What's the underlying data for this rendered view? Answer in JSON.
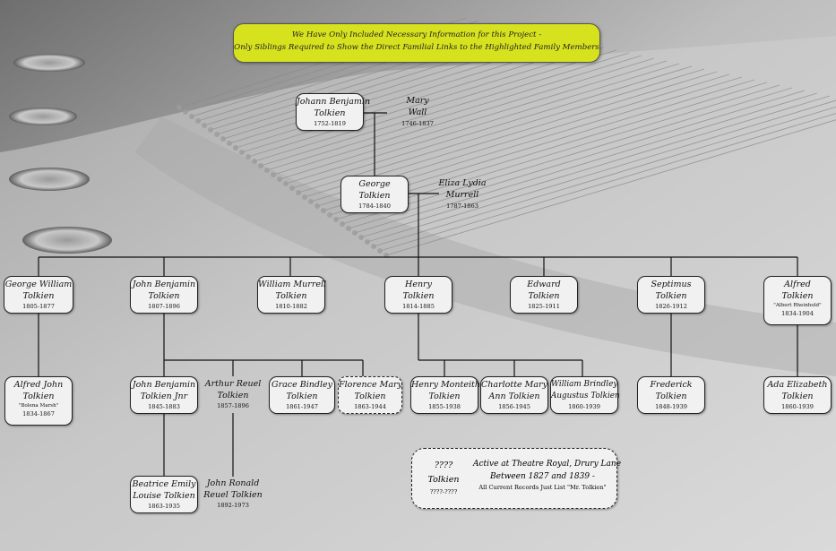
{
  "banner": {
    "line1": "We Have Only Included Necessary Information for this Project -",
    "line2": "Only Siblings Required to Show the Direct Familial Links to the Highlighted Family Members",
    "color": "#d7e21f"
  },
  "people": {
    "johann": {
      "name1": "Johann Benjamin",
      "name2": "Tolkien",
      "dates": "1752-1819"
    },
    "mary": {
      "name1": "Mary",
      "name2": "Wall",
      "dates": "1746-1837"
    },
    "george": {
      "name1": "George",
      "name2": "Tolkien",
      "dates": "1784-1840"
    },
    "eliza": {
      "name1": "Eliza Lydia",
      "name2": "Murrell",
      "dates": "1787-1863"
    },
    "george_william": {
      "name1": "George William",
      "name2": "Tolkien",
      "dates": "1805-1877"
    },
    "john_benjamin": {
      "name1": "John Benjamin",
      "name2": "Tolkien",
      "dates": "1807-1896"
    },
    "william_murrell": {
      "name1": "William Murrell",
      "name2": "Tolkien",
      "dates": "1810-1882"
    },
    "henry": {
      "name1": "Henry",
      "name2": "Tolkien",
      "dates": "1814-1885"
    },
    "edward": {
      "name1": "Edward",
      "name2": "Tolkien",
      "dates": "1825-1911"
    },
    "septimus": {
      "name1": "Septimus",
      "name2": "Tolkien",
      "dates": "1826-1912"
    },
    "alfred": {
      "name1": "Alfred",
      "name2": "Tolkien",
      "nickname": "\"Albert Rheinhold\"",
      "dates": "1834-1904"
    },
    "alfred_john": {
      "name1": "Alfred John",
      "name2": "Tolkien",
      "nickname": "\"Bolena Marsh\"",
      "dates": "1834-1867"
    },
    "john_benjamin_jnr": {
      "name1": "John Benjamin",
      "name2": "Tolkien Jnr",
      "dates": "1845-1883"
    },
    "arthur_reuel": {
      "name1": "Arthur Reuel",
      "name2": "Tolkien",
      "dates": "1857-1896"
    },
    "grace_bindley": {
      "name1": "Grace Bindley",
      "name2": "Tolkien",
      "dates": "1861-1947"
    },
    "florence_mary": {
      "name1": "Florence Mary",
      "name2": "Tolkien",
      "dates": "1863-1944"
    },
    "henry_monteith": {
      "name1": "Henry Monteith",
      "name2": "Tolkien",
      "dates": "1855-1938"
    },
    "charlotte_mary": {
      "name1": "Charlotte Mary",
      "name2": "Ann Tolkien",
      "dates": "1856-1945"
    },
    "william_brindley": {
      "name1": "William Brindley",
      "name2": "Augustus Tolkien",
      "dates": "1860-1939"
    },
    "frederick": {
      "name1": "Frederick",
      "name2": "Tolkien",
      "dates": "1848-1939"
    },
    "ada_elizabeth": {
      "name1": "Ada Elizabeth",
      "name2": "Tolkien",
      "dates": "1860-1939"
    },
    "beatrice_emily": {
      "name1": "Beatrice Emily",
      "name2": "Louise Tolkien",
      "dates": "1863-1935"
    },
    "john_ronald": {
      "name1": "John Ronald",
      "name2": "Reuel Tolkien",
      "dates": "1892-1973"
    }
  },
  "unknown": {
    "name1": "????",
    "name2": "Tolkien",
    "dates": "????-????",
    "note_line1": "Active at Theatre Royal, Drury Lane",
    "note_line2": "Between 1827 and 1839 -",
    "note_line3": "All Current Records Just List \"Mr. Tolkien\""
  }
}
